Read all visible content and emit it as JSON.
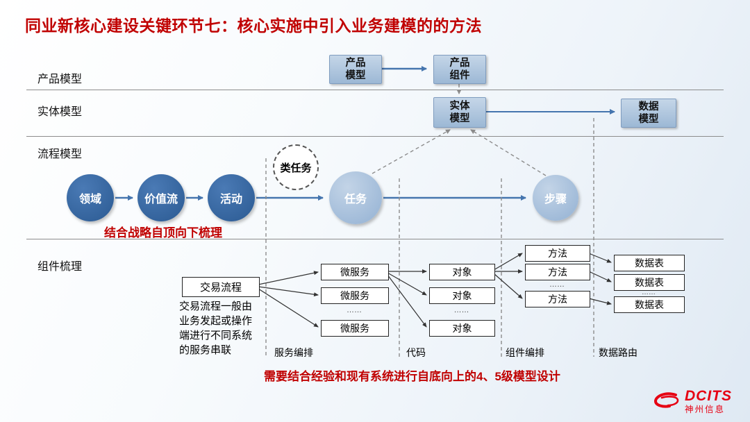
{
  "title": "同业新核心建设关键环节七：核心实施中引入业务建模的的方法",
  "row_labels": {
    "product": "产品模型",
    "entity": "实体模型",
    "process": "流程模型",
    "component": "组件梳理"
  },
  "model_boxes": {
    "product_model": "产品模型",
    "product_component": "产品组件",
    "entity_model": "实体模型",
    "data_model": "数据模型"
  },
  "process_nodes": {
    "domain": "领域",
    "value_stream": "价值流",
    "activity": "活动",
    "task_class": "类任务",
    "task": "任务",
    "step": "步骤"
  },
  "component_flow": {
    "transaction_flow": "交易流程",
    "microservices": [
      "微服务",
      "微服务",
      "微服务"
    ],
    "objects": [
      "对象",
      "对象",
      "对象"
    ],
    "methods": [
      "方法",
      "方法",
      "方法"
    ],
    "data_tables": [
      "数据表",
      "数据表",
      "数据表"
    ],
    "ellipsis": "……"
  },
  "annotations": {
    "top_down": "结合战略自顶向下梳理",
    "transaction_note": "交易流程一般由业务发起或操作端进行不同系统的服务串联",
    "bottom_up": "需要结合经验和现有系统进行自底向上的4、5级模型设计"
  },
  "column_labels": [
    "服务编排",
    "代码",
    "组件编排",
    "数据路由"
  ],
  "logo": {
    "brand": "DCITS",
    "company": "神州信息"
  },
  "colors": {
    "title_red": "#C00000",
    "box_fill": "#A9C2DC",
    "circle_dark": "#2E5F96",
    "circle_light": "#A3BDD9",
    "arrow_blue": "#4575AE",
    "logo_red": "#E60012"
  }
}
